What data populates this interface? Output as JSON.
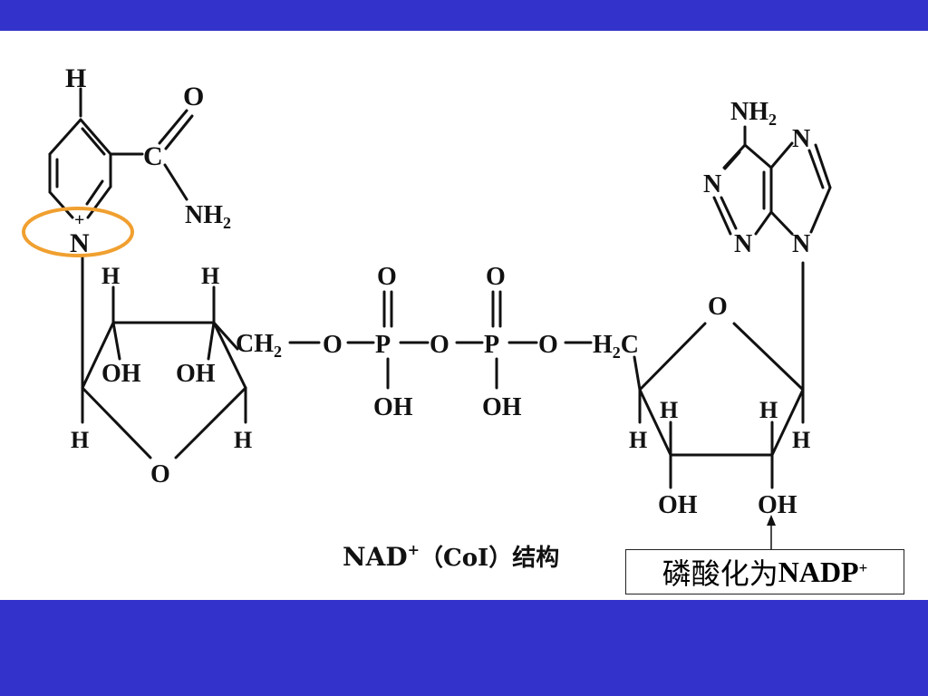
{
  "slide": {
    "band_color": "#3333cc",
    "highlight_color": "#f0a030"
  },
  "caption": {
    "text": "NAD",
    "sup": "+",
    "rest": "（CoI）结构"
  },
  "annotation": {
    "text": "磷酸化为",
    "bold": "NADP",
    "sup": "+"
  },
  "nicotinamide": {
    "h_top": "H",
    "o": "O",
    "c": "C",
    "nh2": "NH",
    "nh2_sub": "2",
    "n": "N",
    "plus": "+"
  },
  "ribose1": {
    "h_tl": "H",
    "h_tr": "H",
    "oh1": "OH",
    "oh2": "OH",
    "h_bl": "H",
    "h_br": "H",
    "o": "O",
    "ch2": "CH",
    "ch2_sub": "2"
  },
  "diphosphate": {
    "o1": "O",
    "p1": "P",
    "o_bridge": "O",
    "p2": "P",
    "o2": "O",
    "o_top1": "O",
    "o_top2": "O",
    "oh1": "OH",
    "oh2": "OH",
    "h2c": "H",
    "h2c_sub": "2",
    "h2c_c": "C"
  },
  "adenine": {
    "nh2": "NH",
    "nh2_sub": "2",
    "n_tr": "N",
    "n_left": "N",
    "n_bl": "N",
    "n_br": "N"
  },
  "ribose2": {
    "o": "O",
    "h1": "H",
    "h2": "H",
    "h_l": "H",
    "h_r": "H",
    "oh1": "OH",
    "oh2": "OH"
  }
}
